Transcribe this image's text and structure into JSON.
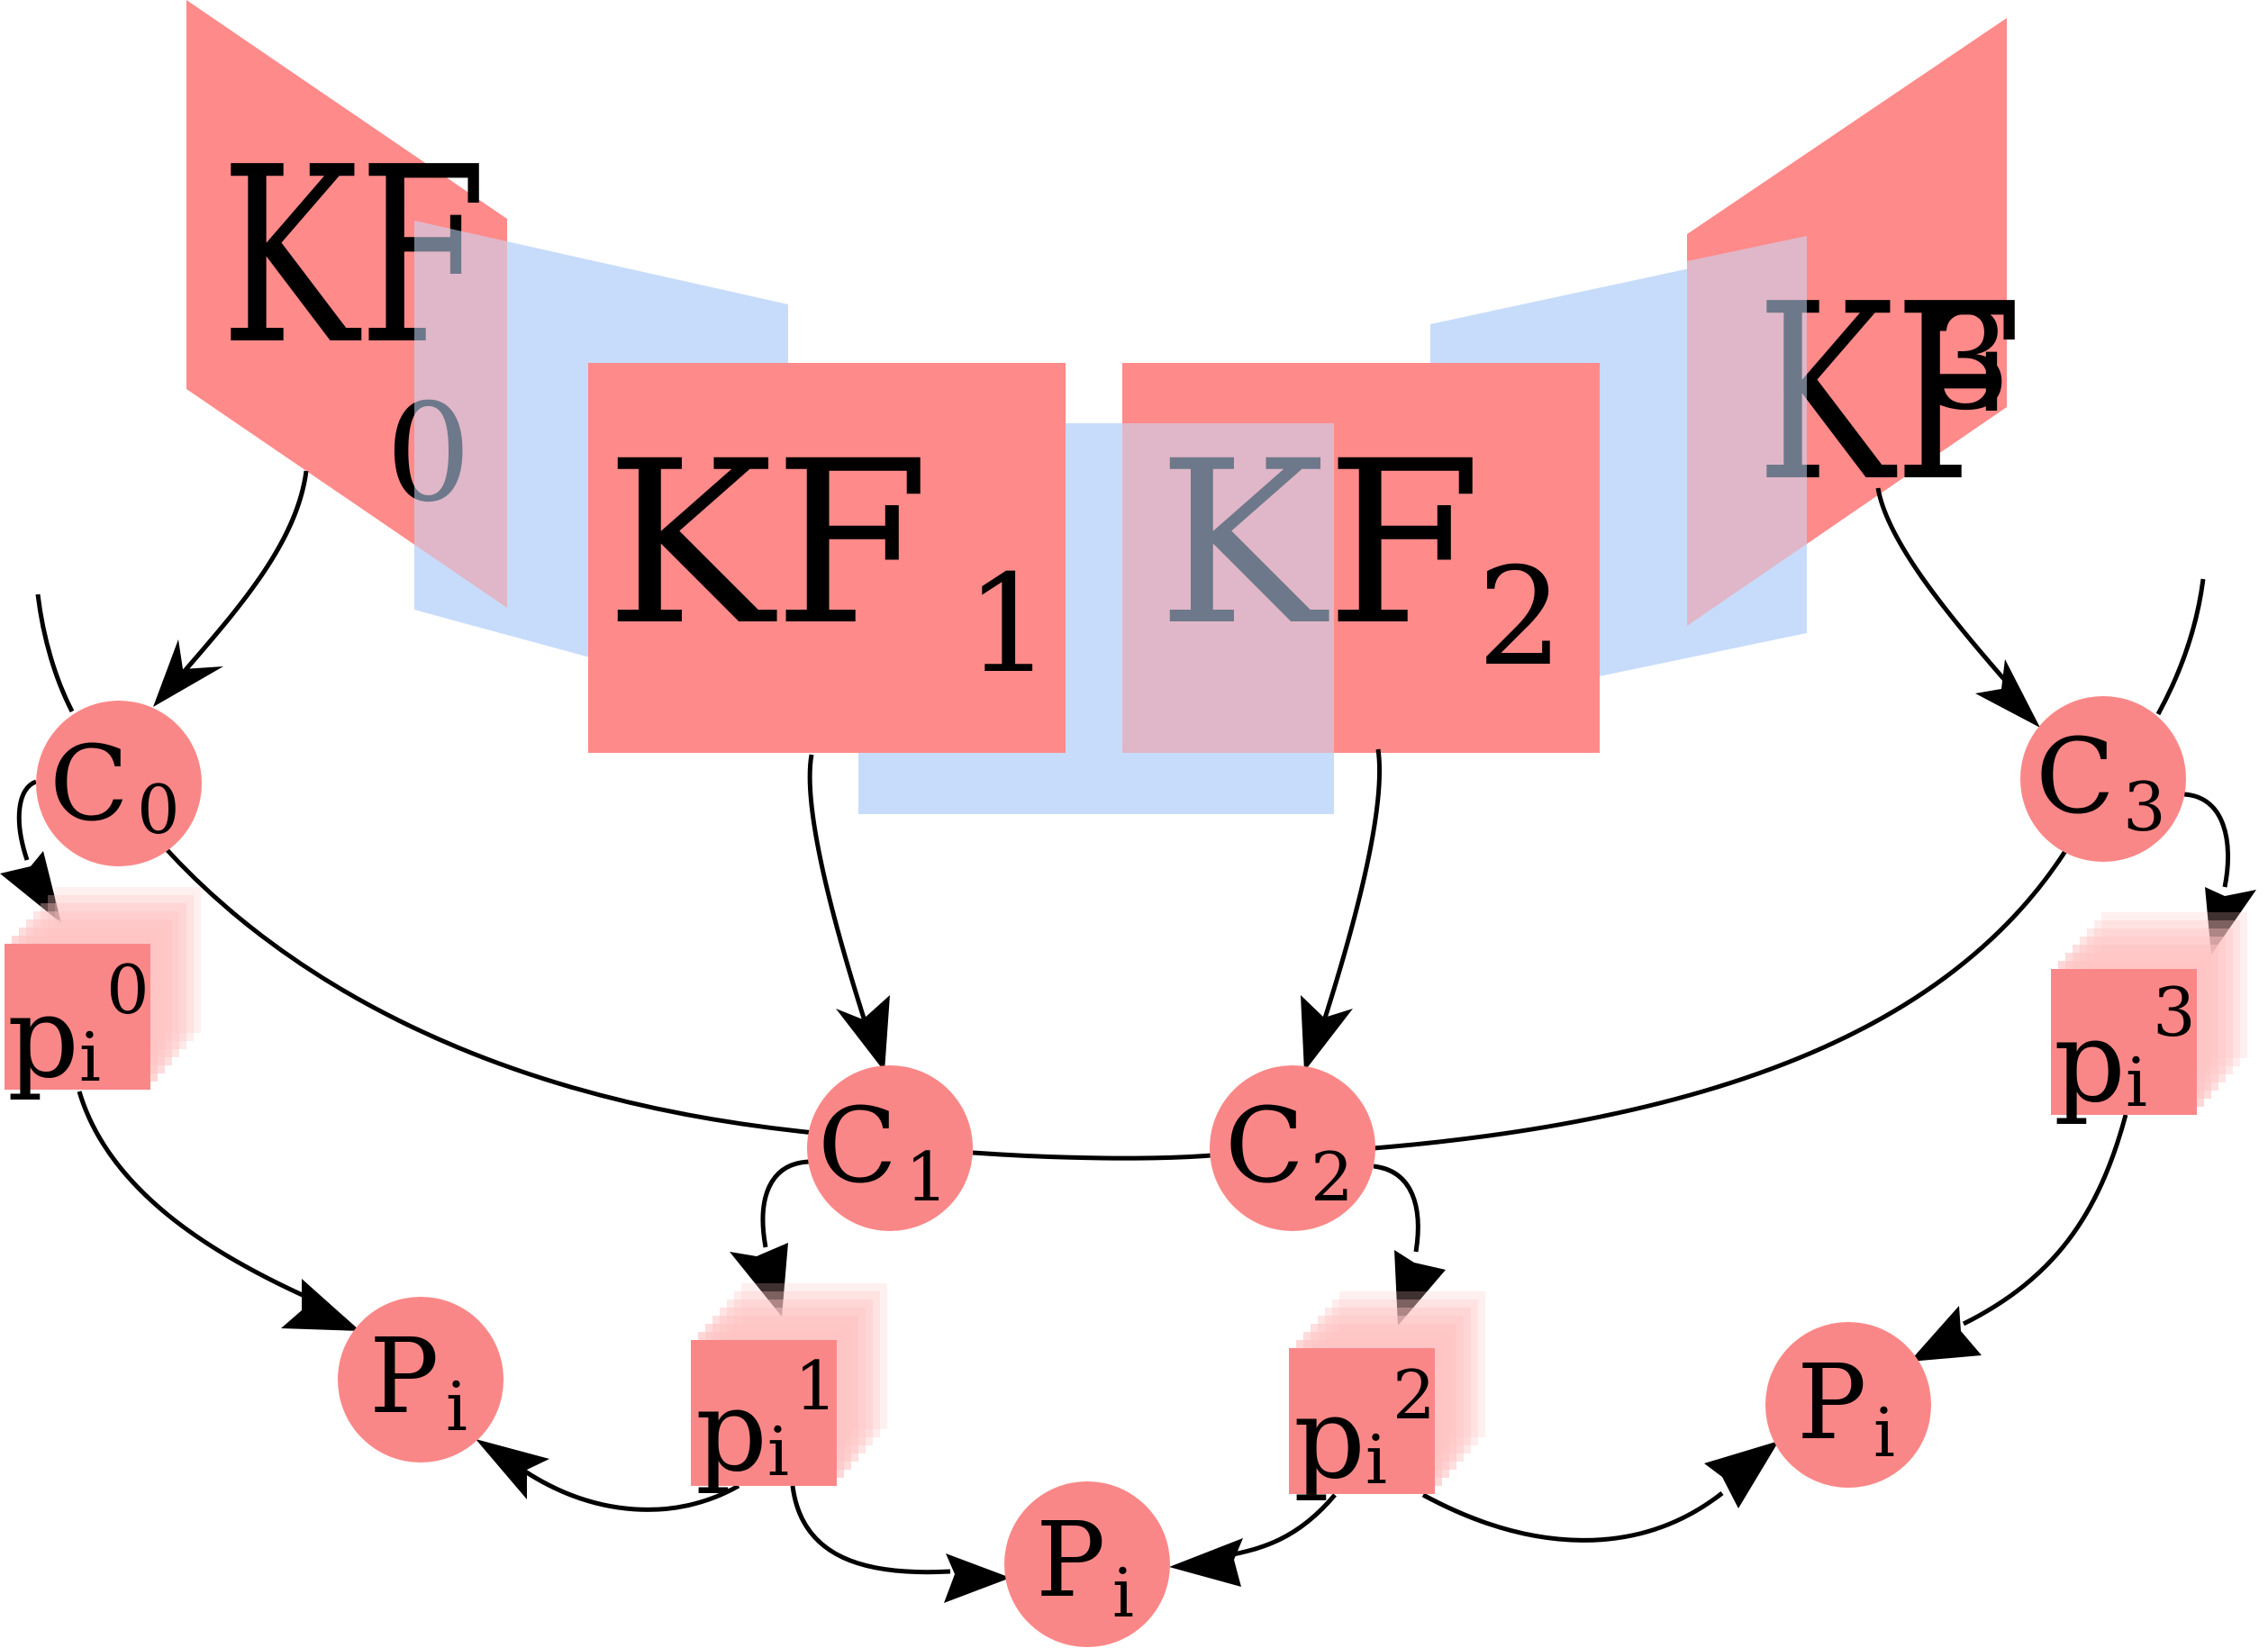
{
  "colors": {
    "frame": "#ff8a8a",
    "plane": "#c7dcfb",
    "node": "#fa8787",
    "stack": "#ffc4c4",
    "edge": "#000000"
  },
  "keyframes": [
    {
      "id": "kf0",
      "label": "KF",
      "sub": "0"
    },
    {
      "id": "kf1",
      "label": "KF",
      "sub": "1"
    },
    {
      "id": "kf2",
      "label": "KF",
      "sub": "2"
    },
    {
      "id": "kf3",
      "label": "KF",
      "sub": "3"
    }
  ],
  "cameras": [
    {
      "id": "c0",
      "label": "C",
      "sub": "0"
    },
    {
      "id": "c1",
      "label": "C",
      "sub": "1"
    },
    {
      "id": "c2",
      "label": "C",
      "sub": "2"
    },
    {
      "id": "c3",
      "label": "C",
      "sub": "3"
    }
  ],
  "observations": [
    {
      "id": "p0",
      "label": "p",
      "sub": "i",
      "sup": "0"
    },
    {
      "id": "p1",
      "label": "p",
      "sub": "i",
      "sup": "1"
    },
    {
      "id": "p2",
      "label": "p",
      "sub": "i",
      "sup": "2"
    },
    {
      "id": "p3",
      "label": "p",
      "sub": "i",
      "sup": "3"
    }
  ],
  "points": [
    {
      "id": "P_left",
      "label": "P",
      "sub": "i"
    },
    {
      "id": "P_center",
      "label": "P",
      "sub": "i"
    },
    {
      "id": "P_right",
      "label": "P",
      "sub": "i"
    }
  ]
}
